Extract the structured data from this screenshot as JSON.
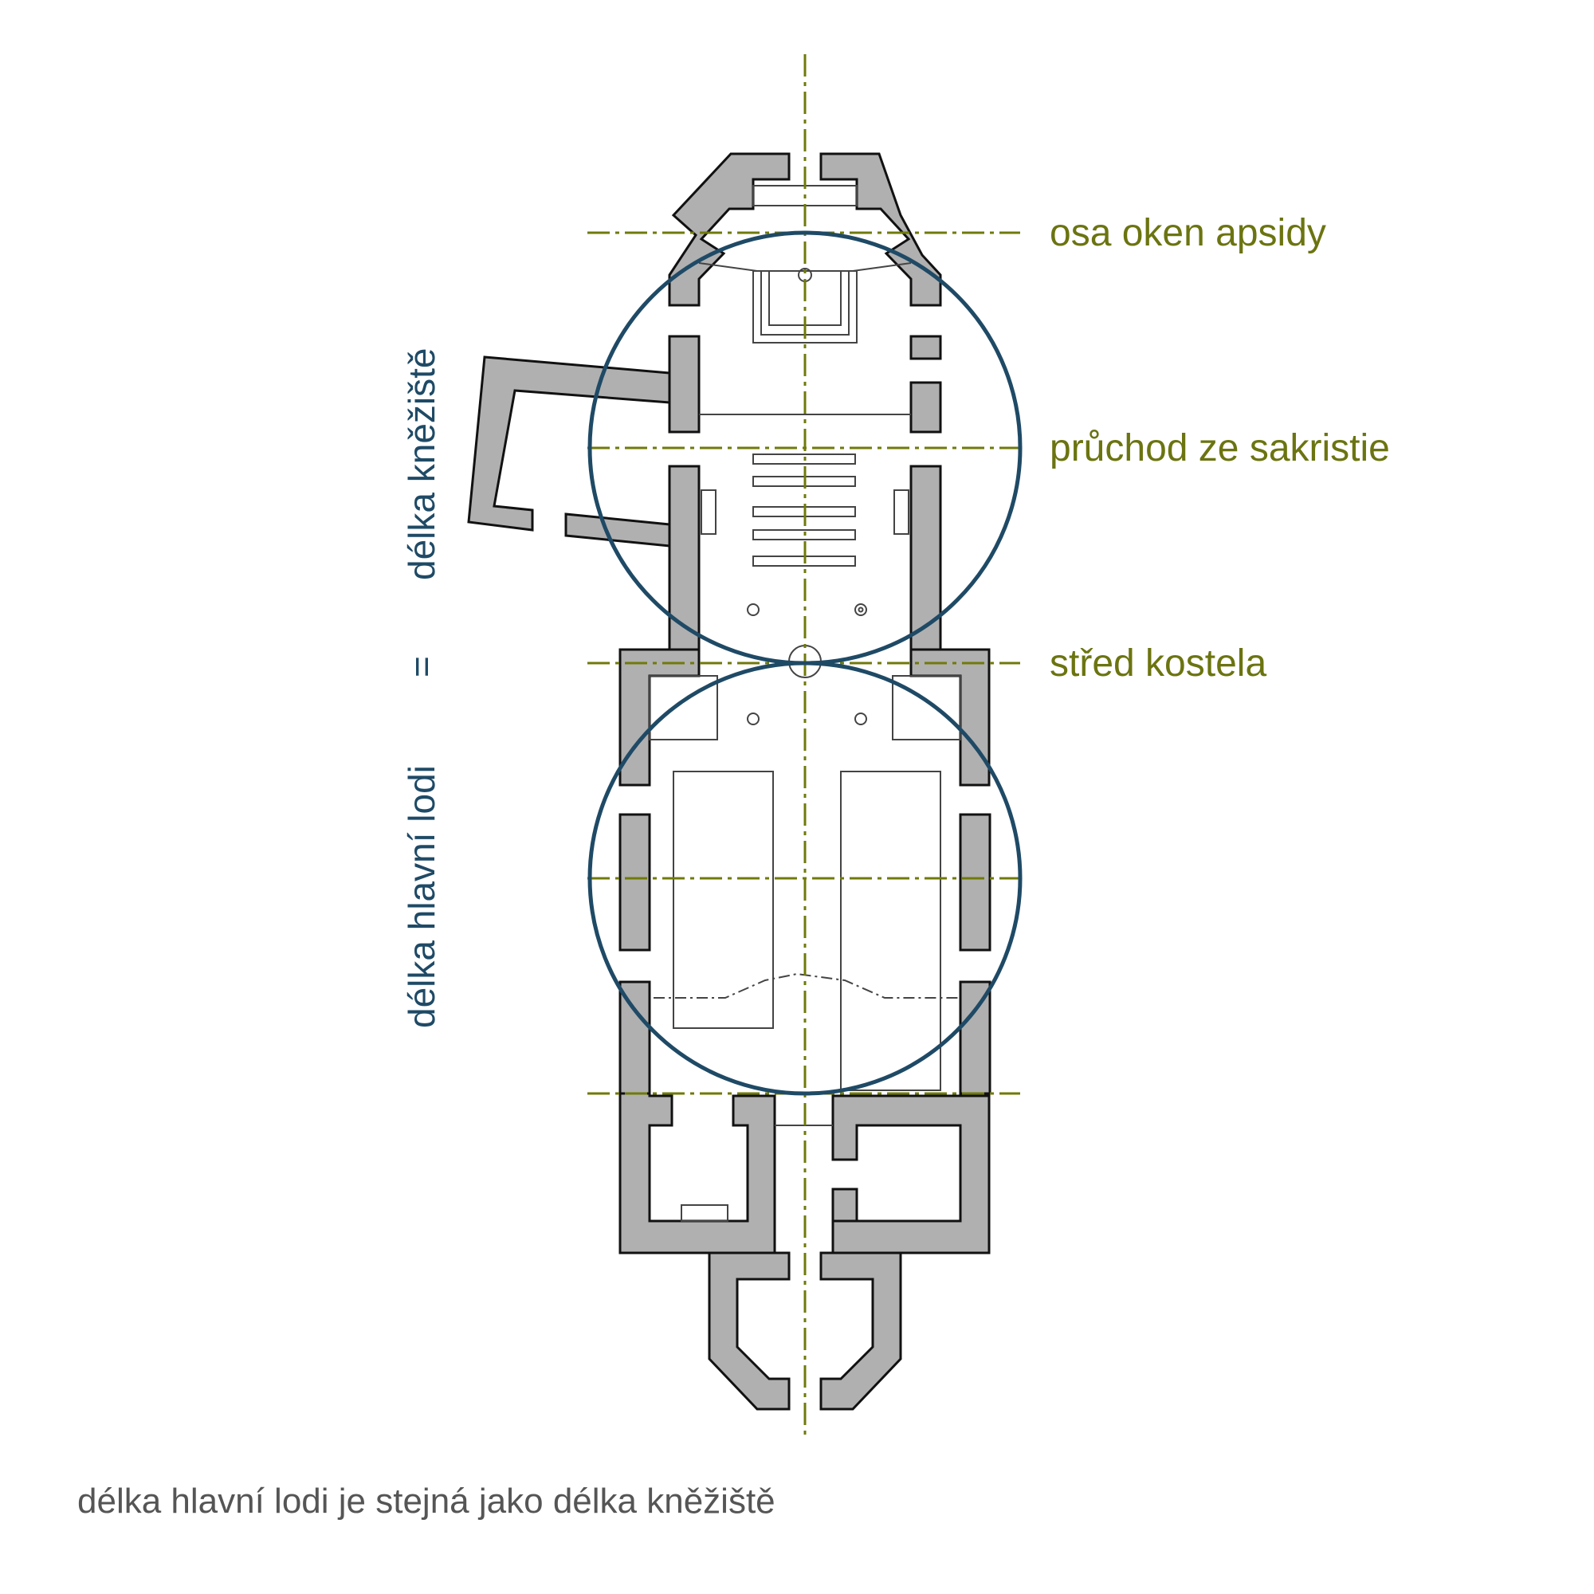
{
  "colors": {
    "wall_fill": "#b0b0b0",
    "wall_stroke": "#111111",
    "axis_line": "#707a0a",
    "axis_text": "#6b7410",
    "circle": "#1f4a66",
    "vertical_text": "#1f4a66",
    "caption_text": "#555555"
  },
  "axes": {
    "apse_windows": "osa oken apsidy",
    "sacristy_passage": "průchod ze sakristie",
    "church_center": "střed kostela"
  },
  "vertical_labels": {
    "presbytery_length": "délka kněžiště",
    "equals": "=",
    "nave_length": "délka hlavní lodi"
  },
  "caption": "délka hlavní lodi je stejná jako délka kněžiště"
}
